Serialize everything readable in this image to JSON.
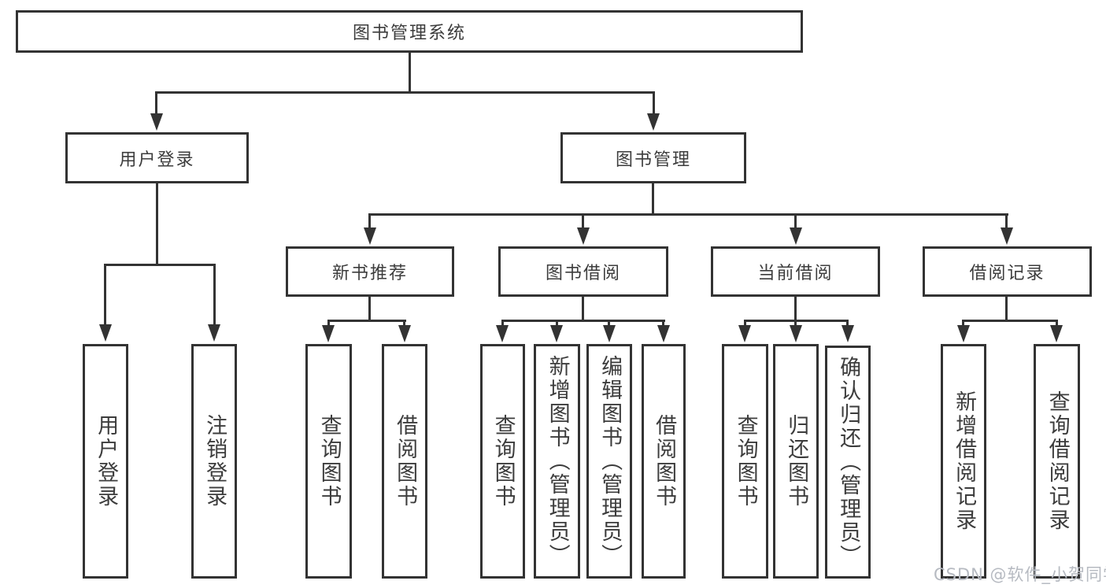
{
  "diagram": {
    "root": {
      "label": "图书管理系统"
    },
    "level2": [
      {
        "label": "用户登录"
      },
      {
        "label": "图书管理"
      }
    ],
    "level3": [
      {
        "label": "新书推荐"
      },
      {
        "label": "图书借阅"
      },
      {
        "label": "当前借阅"
      },
      {
        "label": "借阅记录"
      }
    ],
    "leaves": {
      "user_login_group": [
        "用户登录",
        "注销登录"
      ],
      "new_book_group": [
        "查询图书",
        "借阅图书"
      ],
      "borrow_group": [
        "查询图书",
        "新增图书（管理员）",
        "编辑图书（管理员）",
        "借阅图书"
      ],
      "current_group": [
        "查询图书",
        "归还图书",
        "确认归还（管理员）"
      ],
      "record_group": [
        "新增借阅记录",
        "查询借阅记录"
      ]
    }
  },
  "watermark": {
    "text": "CSDN @软件_小贺同学"
  },
  "colors": {
    "line": "#333333",
    "text": "#3c3c3c",
    "watermark": "#b6bac1",
    "background": "#ffffff"
  }
}
